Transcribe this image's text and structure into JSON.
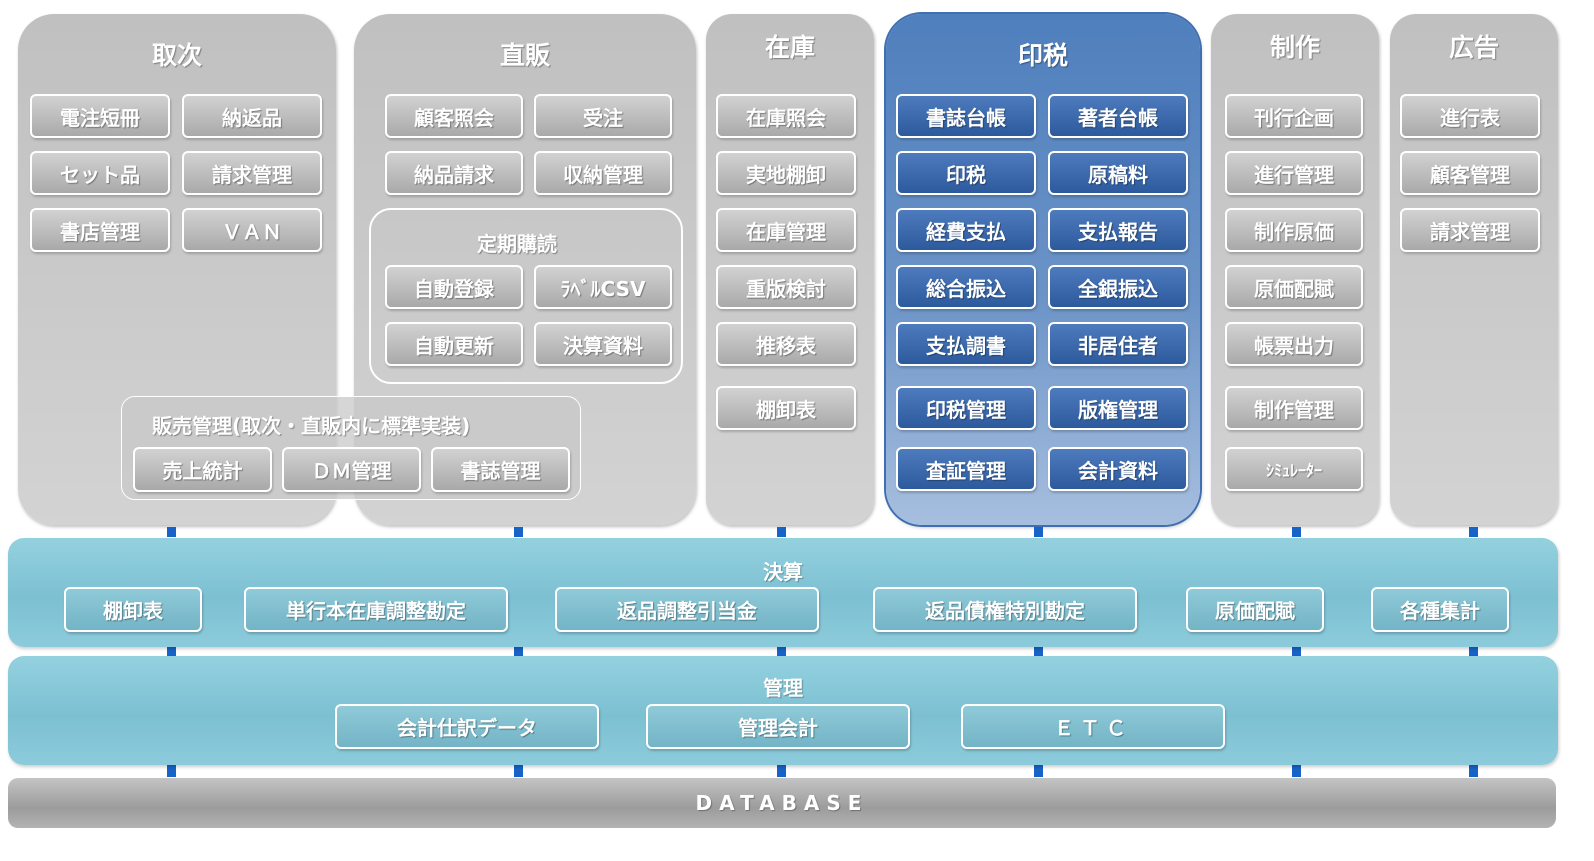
{
  "columns": {
    "torij": {
      "title": "取次",
      "buttons": [
        "電注短冊",
        "納返品",
        "セット品",
        "請求管理",
        "書店管理",
        "ＶＡＮ"
      ]
    },
    "chokuhan": {
      "title": "直販",
      "buttons": [
        "顧客照会",
        "受注",
        "納品請求",
        "収納管理"
      ],
      "subscription": {
        "label": "定期購読",
        "buttons": [
          "自動登録",
          "ﾗﾍﾞﾙCSV",
          "自動更新",
          "決算資料"
        ]
      }
    },
    "hanbai": {
      "label": "販売管理(取次・直販内に標準実装)",
      "buttons": [
        "売上統計",
        "ＤＭ管理",
        "書誌管理"
      ]
    },
    "zaiko": {
      "title": "在庫",
      "buttons": [
        "在庫照会",
        "実地棚卸",
        "在庫管理",
        "重版検討",
        "推移表",
        "棚卸表"
      ]
    },
    "inzei": {
      "title": "印税",
      "buttons": [
        "書誌台帳",
        "著者台帳",
        "印税",
        "原稿料",
        "経費支払",
        "支払報告",
        "総合振込",
        "全銀振込",
        "支払調書",
        "非居住者",
        "印税管理",
        "版権管理",
        "査証管理",
        "会計資料"
      ]
    },
    "seisaku": {
      "title": "制作",
      "buttons": [
        "刊行企画",
        "進行管理",
        "制作原価",
        "原価配賦",
        "帳票出力",
        "制作管理",
        "ｼﾐｭﾚｰﾀｰ"
      ]
    },
    "koukoku": {
      "title": "広告",
      "buttons": [
        "進行表",
        "顧客管理",
        "請求管理"
      ]
    }
  },
  "kessan": {
    "title": "決算",
    "buttons": [
      "棚卸表",
      "単行本在庫調整勘定",
      "返品調整引当金",
      "返品債権特別勘定",
      "原価配賦",
      "各種集計"
    ]
  },
  "kanri": {
    "title": "管理",
    "buttons": [
      "会計仕訳データ",
      "管理会計",
      "ＥＴＣ"
    ]
  },
  "database": {
    "label": "DATABASE"
  },
  "colors": {
    "gray_panel": "#c6c6c6",
    "blue_panel": "#5a86c1",
    "teal_band": "#86c6d6",
    "connector": "#1763c7"
  }
}
